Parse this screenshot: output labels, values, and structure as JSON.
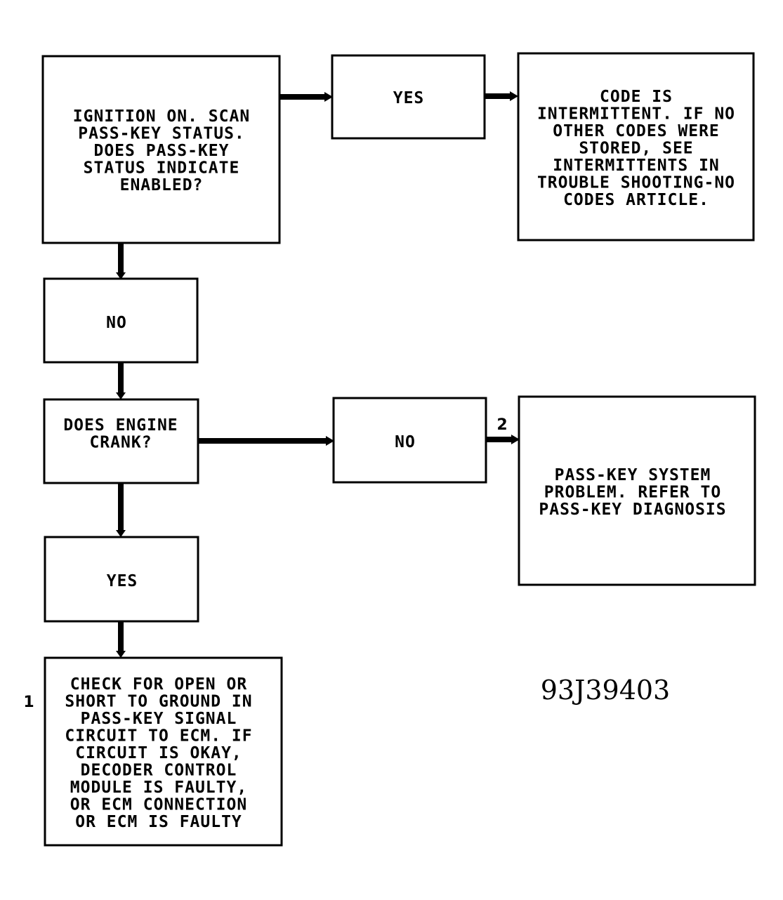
{
  "diagram": {
    "nodes": {
      "start": [
        "IGNITION ON. SCAN",
        "PASS-KEY STATUS.",
        "DOES PASS-KEY",
        "STATUS INDICATE",
        "ENABLED?"
      ],
      "yes_top": [
        "YES"
      ],
      "intermittent": [
        "CODE IS",
        "INTERMITTENT. IF NO",
        "OTHER CODES WERE",
        "STORED, SEE",
        "INTERMITTENTS IN",
        "TROUBLE SHOOTING-NO",
        "CODES ARTICLE."
      ],
      "no_left": [
        "NO"
      ],
      "engine_crank": [
        "DOES ENGINE",
        "CRANK?"
      ],
      "no_middle": [
        "NO"
      ],
      "passkey_problem": [
        "PASS-KEY SYSTEM",
        "PROBLEM. REFER TO",
        "PASS-KEY DIAGNOSIS"
      ],
      "yes_left": [
        "YES"
      ],
      "check_circuit": [
        "CHECK FOR OPEN OR",
        "SHORT TO GROUND IN",
        "PASS-KEY SIGNAL",
        "CIRCUIT TO ECM. IF",
        "CIRCUIT IS OKAY,",
        "DECODER CONTROL",
        "MODULE IS FAULTY,",
        "OR ECM CONNECTION",
        "OR ECM IS FAULTY"
      ]
    },
    "markers": {
      "one": "1",
      "two": "2"
    },
    "figure_id": "93J39403"
  }
}
